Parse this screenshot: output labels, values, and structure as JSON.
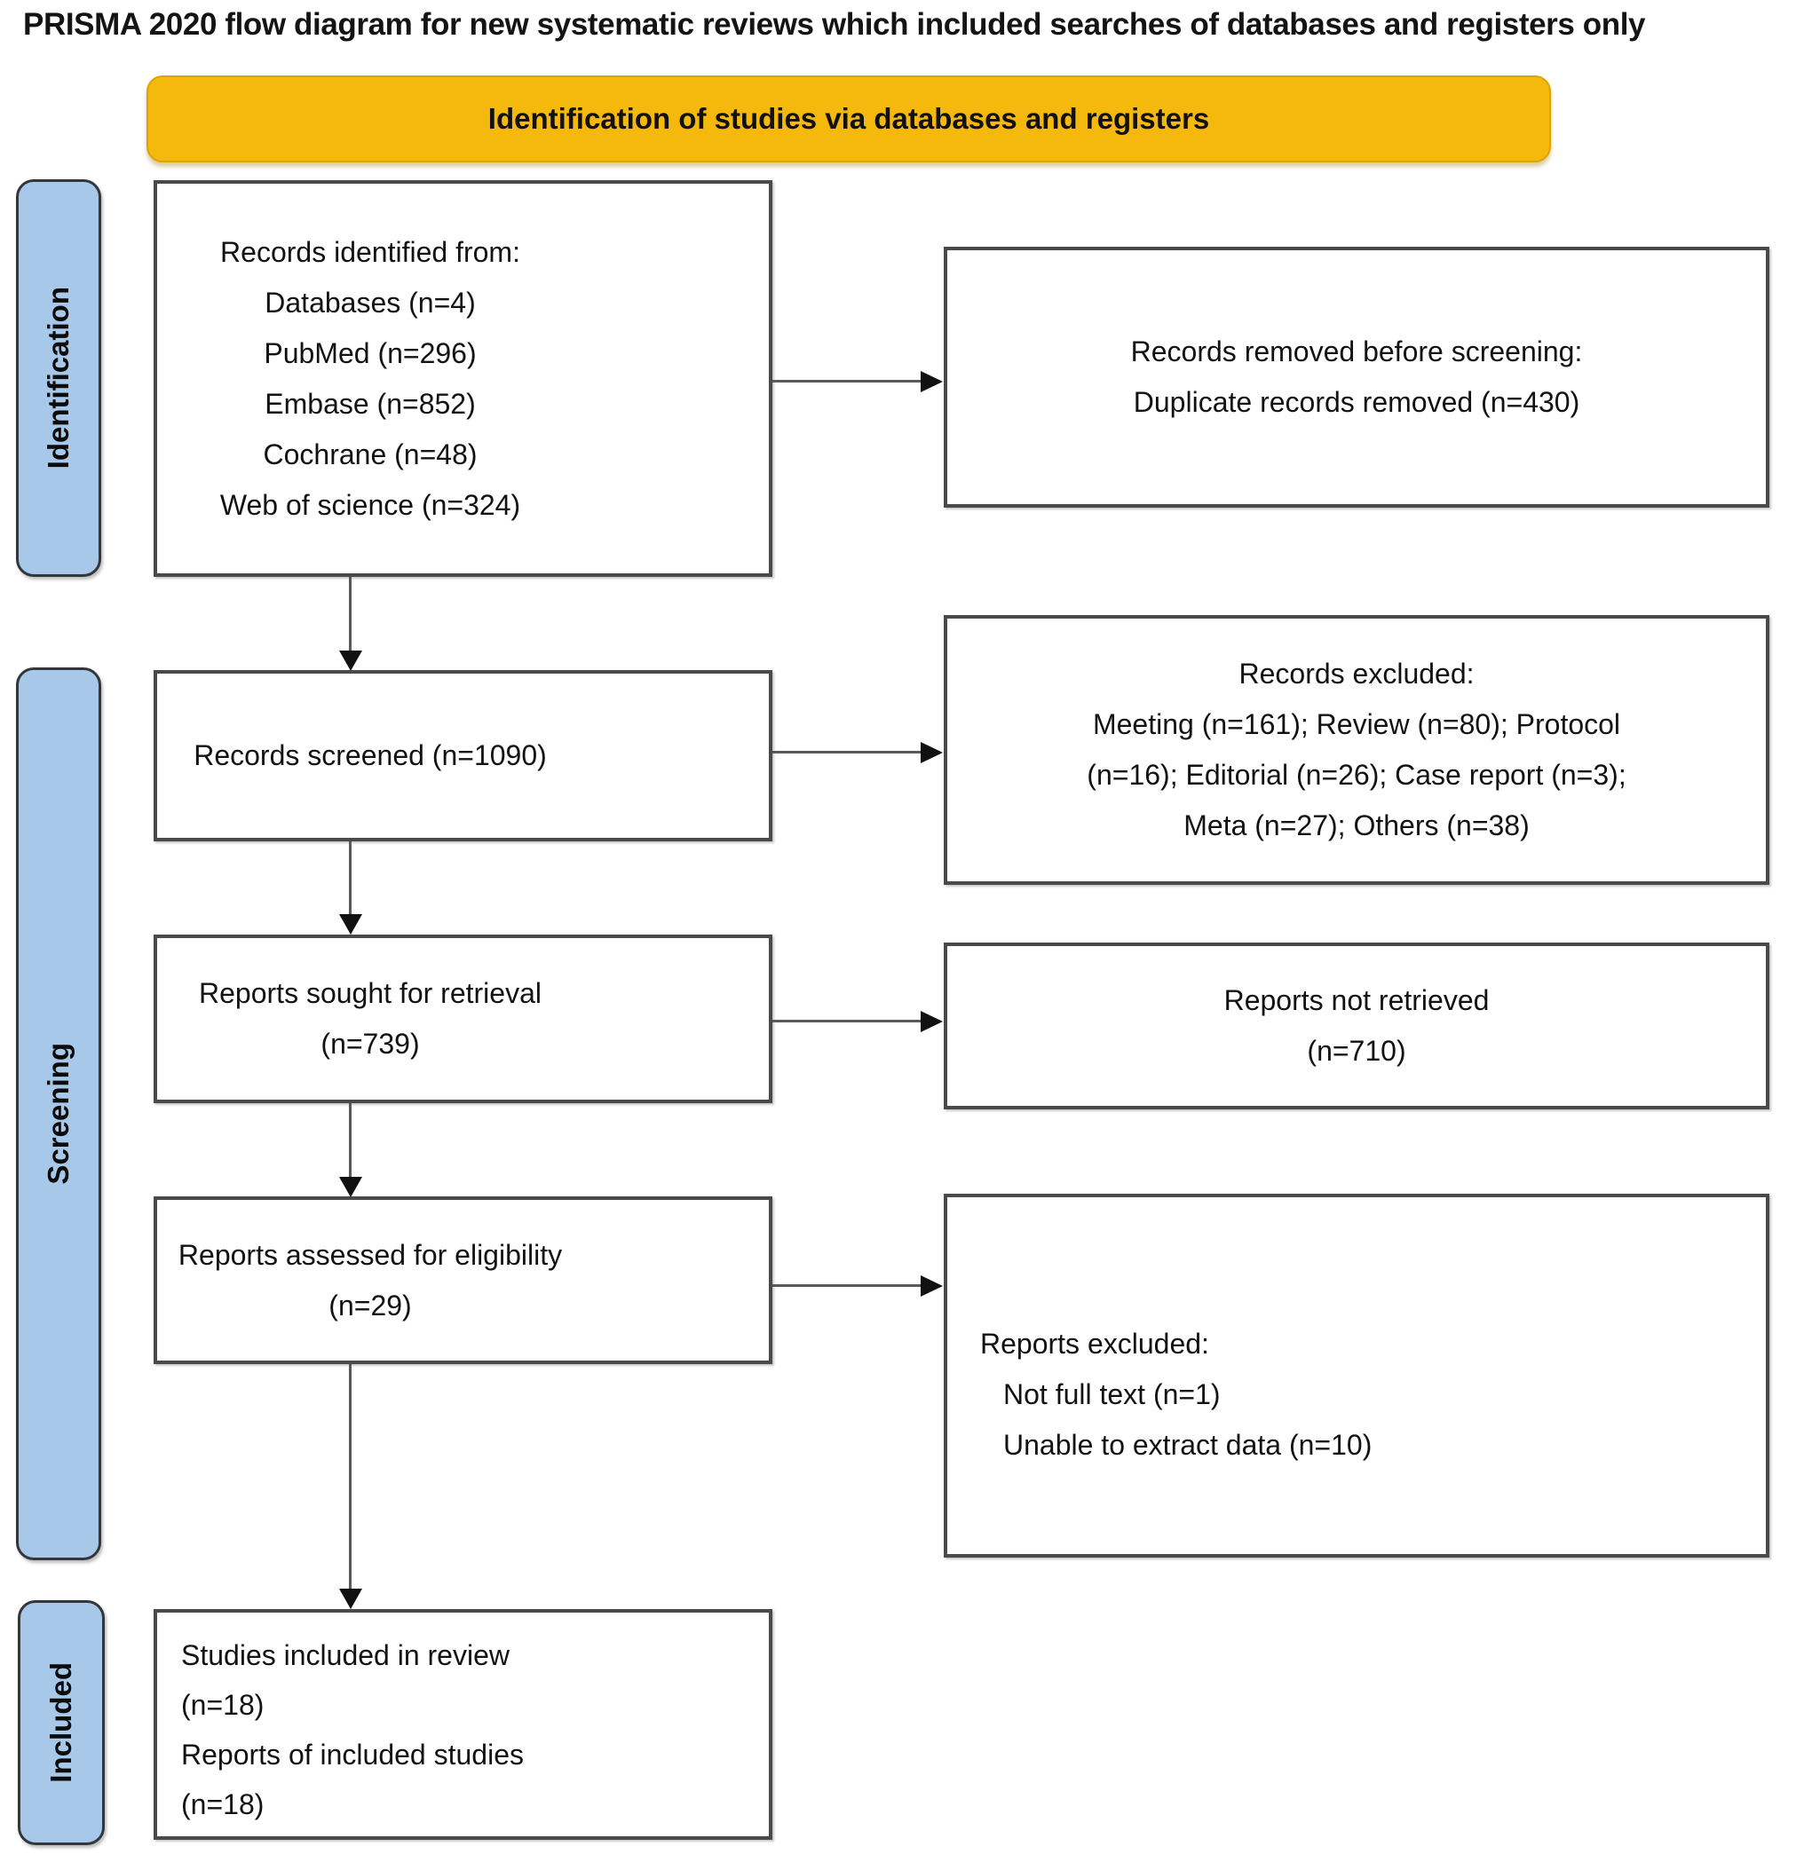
{
  "title": "PRISMA 2020 flow diagram for new systematic reviews which included searches of databases and registers only",
  "banner": {
    "label": "Identification of studies via databases and registers"
  },
  "stages": {
    "identification": "Identification",
    "screening": "Screening",
    "included": "Included"
  },
  "boxes": {
    "records_identified": {
      "lines": [
        "Records identified from:",
        "Databases (n=4)",
        "PubMed (n=296)",
        "Embase (n=852)",
        "Cochrane (n=48)",
        "Web of science (n=324)"
      ]
    },
    "records_removed": {
      "lines": [
        "Records removed before screening:",
        "Duplicate records removed (n=430)"
      ]
    },
    "records_screened": {
      "lines": [
        "Records screened (n=1090)"
      ]
    },
    "records_excluded": {
      "lines": [
        "Records excluded:",
        "Meeting (n=161); Review (n=80); Protocol",
        "(n=16); Editorial (n=26); Case report (n=3);",
        "Meta (n=27); Others (n=38)"
      ]
    },
    "reports_sought": {
      "lines": [
        "Reports sought for retrieval",
        "(n=739)"
      ]
    },
    "reports_not_retrieved": {
      "lines": [
        "Reports not retrieved",
        "(n=710)"
      ]
    },
    "reports_assessed": {
      "lines": [
        "Reports assessed for eligibility",
        "(n=29)"
      ]
    },
    "reports_excluded": {
      "lines": [
        "Reports excluded:",
        "Not full text (n=1)",
        "Unable to extract data (n=10)"
      ]
    },
    "studies_included": {
      "lines": [
        "Studies included in review",
        "(n=18)",
        "Reports of included studies",
        "(n=18)"
      ]
    }
  },
  "colors": {
    "banner_bg": "#F5B80C",
    "banner_border": "#DDA305",
    "stage_bg": "#A8C8EA",
    "stage_border": "#33373B",
    "box_border": "#4A4A4A",
    "arrow_line": "#5A5A5A",
    "arrow_head": "#111111"
  }
}
